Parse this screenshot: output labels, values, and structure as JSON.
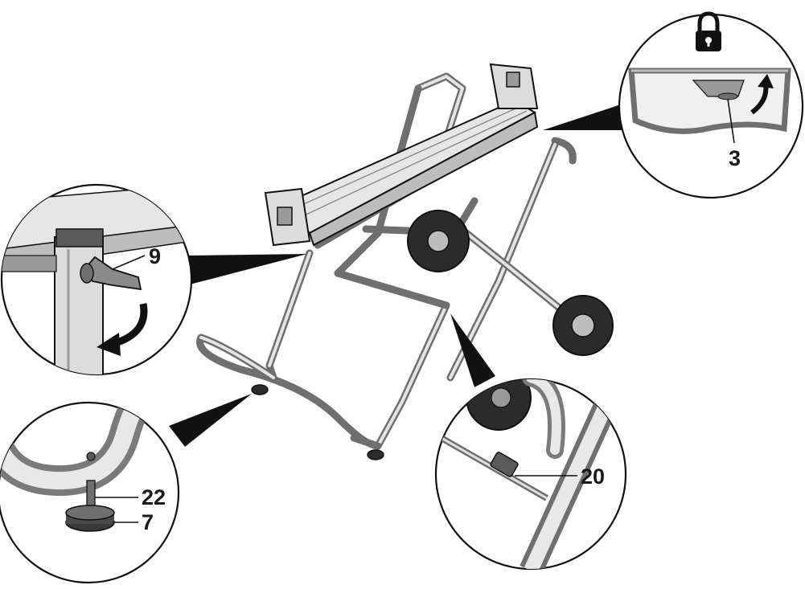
{
  "callouts": {
    "lock_detail": {
      "label": "3",
      "icon": "padlock-icon"
    },
    "clamp_detail": {
      "label": "9"
    },
    "foot_detail": {
      "labels": [
        "22",
        "7"
      ]
    },
    "latch_detail": {
      "label": "20"
    }
  },
  "colors": {
    "outline": "#111111",
    "metal": "#d9d9d9",
    "wheel": "#2b2b2b"
  }
}
